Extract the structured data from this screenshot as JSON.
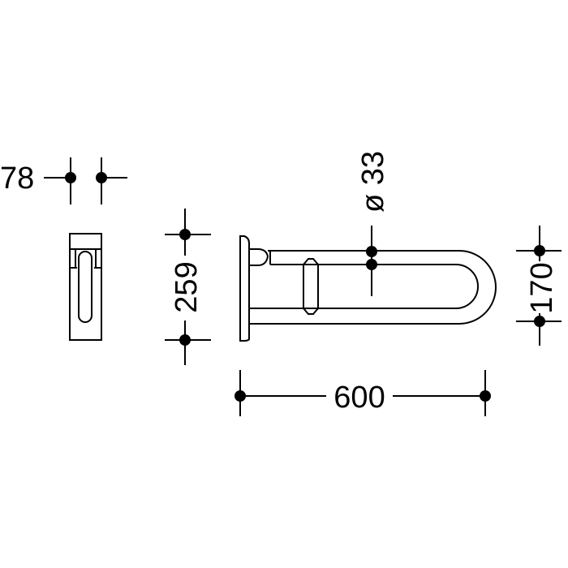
{
  "drawing": {
    "type": "dimension-drawing",
    "subject": "hinged grab bar",
    "stroke_color": "#000000",
    "background": "#ffffff",
    "dimensions": {
      "depth": {
        "label": "78",
        "orientation": "horizontal"
      },
      "plate_height": {
        "label": "259",
        "orientation": "vertical"
      },
      "tube_diameter": {
        "label": "ø 33",
        "orientation": "vertical"
      },
      "bar_height": {
        "label": "170",
        "orientation": "vertical"
      },
      "length": {
        "label": "600",
        "orientation": "horizontal"
      }
    },
    "views": [
      "side-view",
      "front-view"
    ]
  }
}
